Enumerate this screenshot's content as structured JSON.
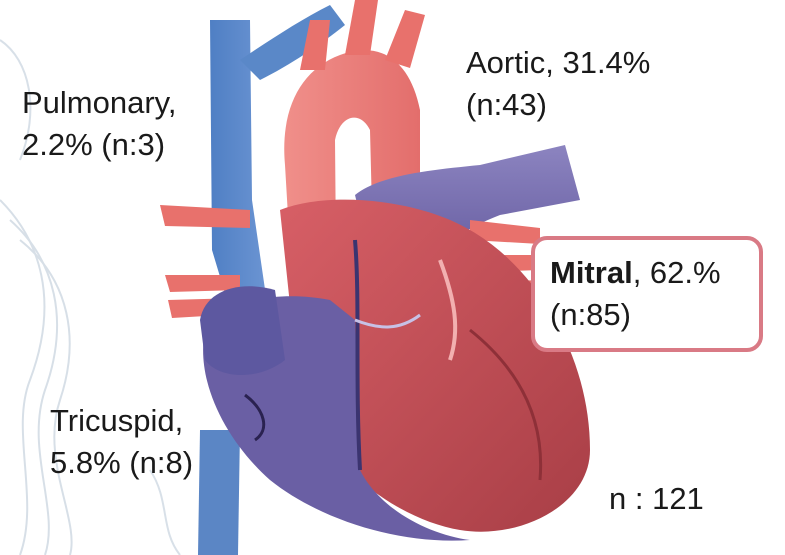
{
  "labels": {
    "pulmonary": {
      "line1": "Pulmonary,",
      "line2": "2.2% (n:3)"
    },
    "aortic": {
      "line1": "Aortic, 31.4%",
      "line2": "(n:43)"
    },
    "mitral": {
      "name": "Mitral",
      "line1_rest": ", 62.%",
      "line2": "(n:85)"
    },
    "tricuspid": {
      "line1": "Tricuspid,",
      "line2": "5.8% (n:8)"
    },
    "total": "n : 121"
  },
  "colors": {
    "highlight_border": "#d97a85",
    "artery_red": "#e8716c",
    "vein_blue": "#5b86c5",
    "myocardium": "#c8525a"
  }
}
